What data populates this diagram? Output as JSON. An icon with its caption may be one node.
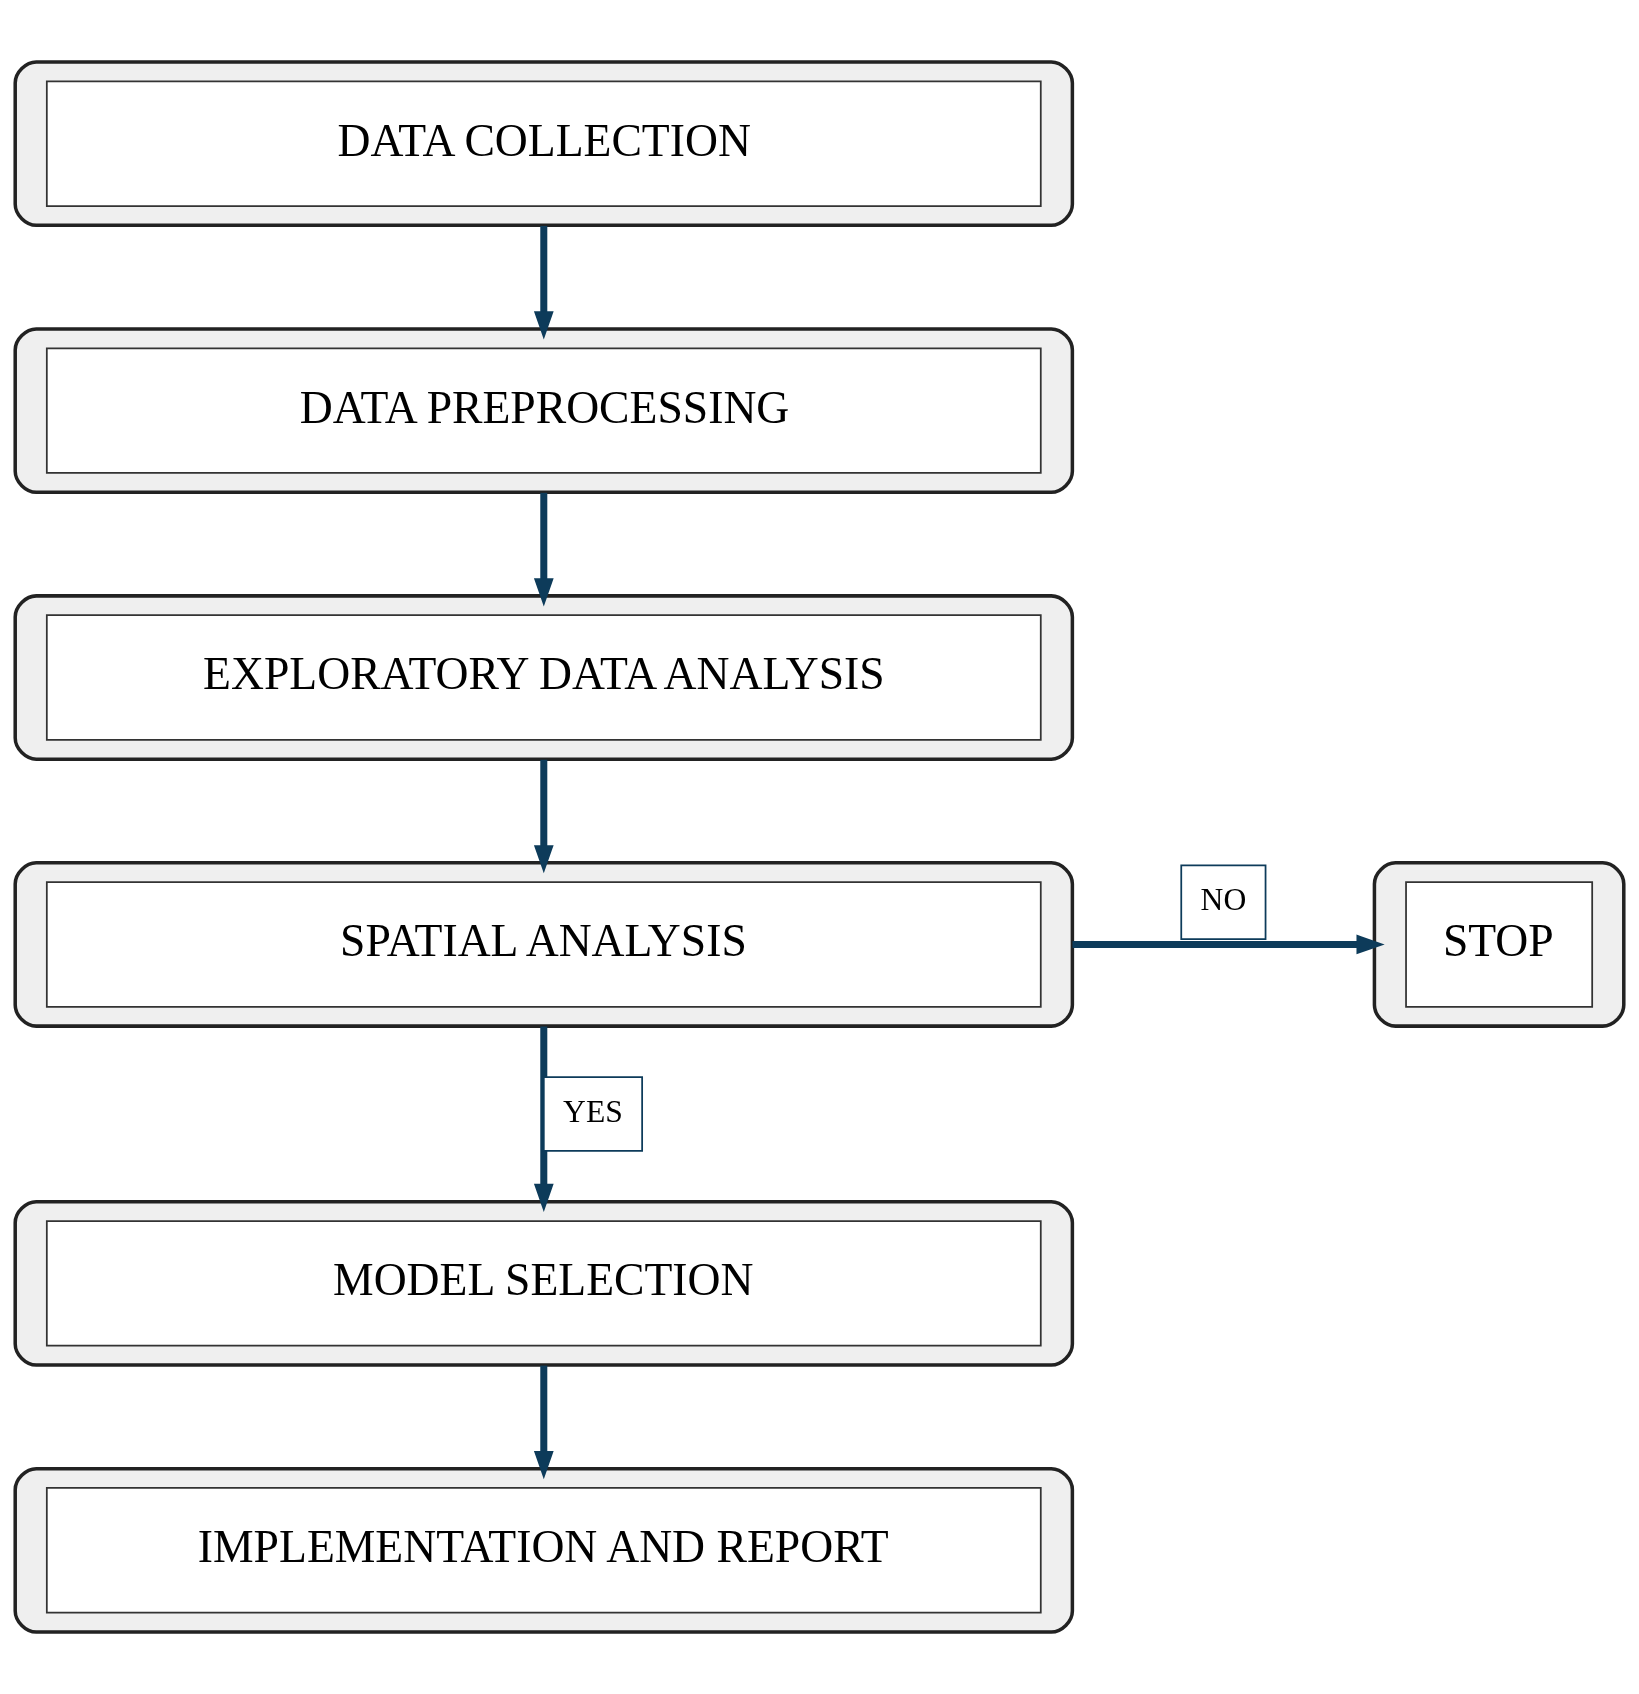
{
  "diagram": {
    "nodes": [
      {
        "text": [
          "DATA COLLECTION"
        ]
      },
      {
        "text": [
          "DATA PREPROCESSING"
        ]
      },
      {
        "text": [
          "EXPLORATORY DATA ANALYSIS"
        ]
      },
      {
        "text": [
          "STOP"
        ]
      },
      {
        "text": [
          "SPATIAL ANALYSIS"
        ]
      },
      {
        "text": [
          "MODEL SELECTION"
        ]
      },
      {
        "text": [
          "IMPLEMENTATION AND REPORT"
        ]
      }
    ],
    "edges": [
      {
        "from": 0,
        "to": 1,
        "arrow": "to"
      },
      {
        "from": 1,
        "to": 2,
        "arrow": "to"
      },
      {
        "from": 2,
        "to": 4,
        "arrow": "to"
      },
      {
        "from": 4,
        "to": 3,
        "arrow": "to",
        "label": "NO"
      },
      {
        "from": 4,
        "to": 5,
        "arrow": "to",
        "label": "YES"
      },
      {
        "from": 5,
        "to": 6,
        "arrow": "to"
      }
    ]
  }
}
